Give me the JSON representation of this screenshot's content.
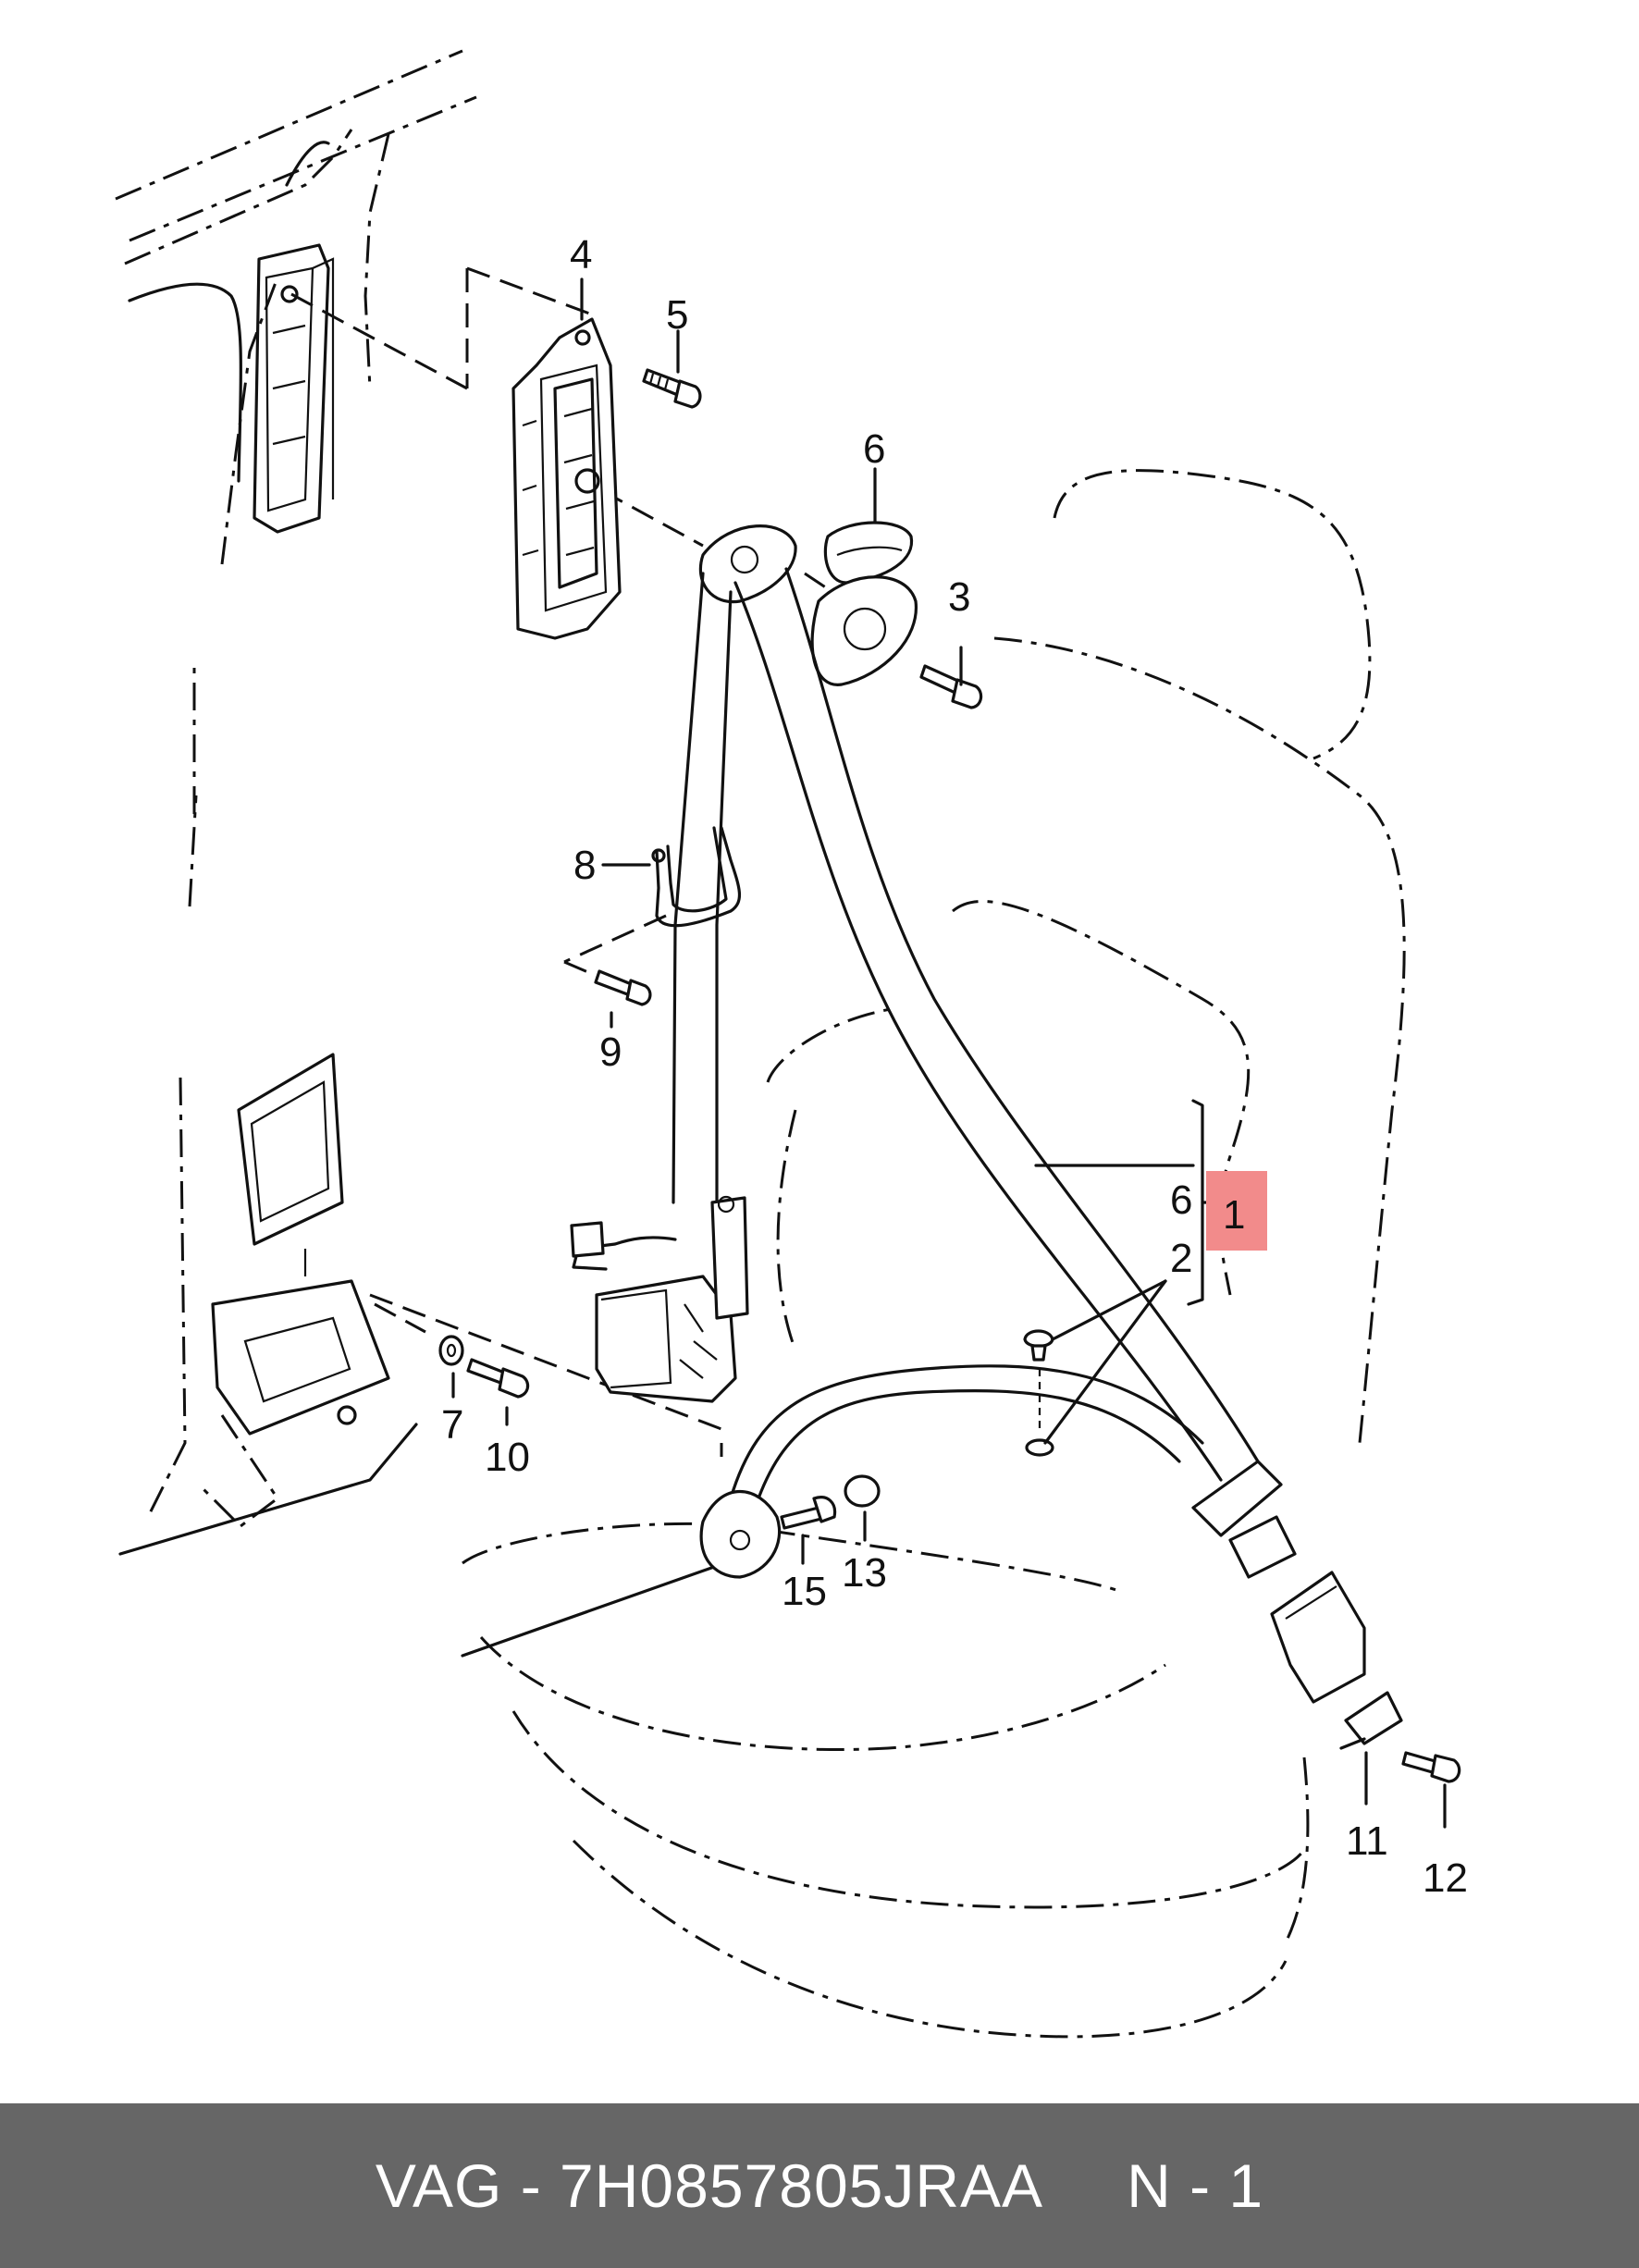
{
  "callouts": {
    "c1": "1",
    "c2": "2",
    "c3": "3",
    "c4": "4",
    "c5": "5",
    "c6_top": "6",
    "c6_side": "6",
    "c7": "7",
    "c8": "8",
    "c9": "9",
    "c10": "10",
    "c11": "11",
    "c12": "12",
    "c13": "13",
    "c15": "15"
  },
  "highlight_color": "#f28b8b",
  "footer": {
    "part": "VAG - 7H0857805JRAA",
    "position": "N - 1",
    "background": "#666666"
  }
}
